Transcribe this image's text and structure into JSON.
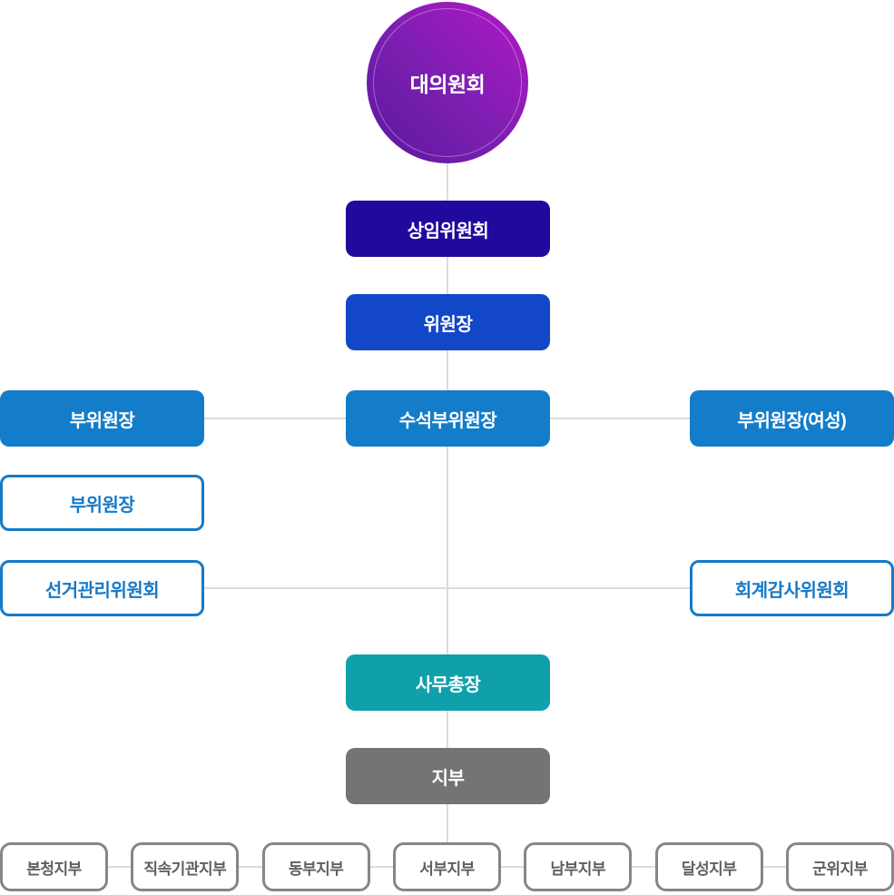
{
  "page": {
    "background_color": "#ffffff",
    "type": "organization-chart"
  },
  "colors": {
    "circle_gradient_start": "#5a17a0",
    "circle_gradient_end": "#b318c6",
    "navy_box": "#200a9e",
    "blue_box": "#1247c8",
    "sky_blue_box": "#147dc9",
    "teal_box": "#0fa0ac",
    "gray_box": "#747474",
    "outline_blue": "#157ac8",
    "outline_gray_border": "#868686",
    "outline_gray_text": "#5f5f5f",
    "connector_line": "#dcdcdc",
    "box_text": "#ffffff"
  },
  "org_chart": {
    "root": {
      "label": "대의원회"
    },
    "standing_committee": {
      "label": "상임위원회"
    },
    "chairman": {
      "label": "위원장"
    },
    "vice_chairman_left": {
      "label": "부위원장"
    },
    "senior_vice_chairman": {
      "label": "수석부위원장"
    },
    "vice_chairman_women": {
      "label": "부위원장(여성)"
    },
    "vice_chairman_outline": {
      "label": "부위원장"
    },
    "election_committee": {
      "label": "선거관리위원회"
    },
    "audit_committee": {
      "label": "회계감사위원회"
    },
    "secretary_general": {
      "label": "사무총장"
    },
    "branch_hq": {
      "label": "지부"
    },
    "branches": [
      {
        "label": "본청지부"
      },
      {
        "label": "직속기관지부"
      },
      {
        "label": "동부지부"
      },
      {
        "label": "서부지부"
      },
      {
        "label": "남부지부"
      },
      {
        "label": "달성지부"
      },
      {
        "label": "군위지부"
      }
    ]
  }
}
